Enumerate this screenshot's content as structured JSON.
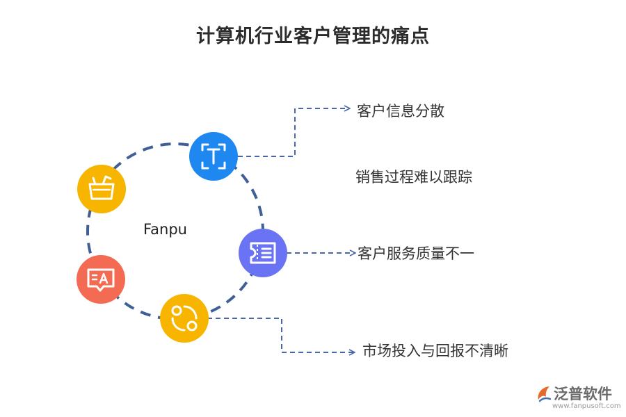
{
  "title": "计算机行业客户管理的痛点",
  "center_label": "Fanpu",
  "pain_points": [
    "客户信息分散",
    "销售过程难以跟踪",
    "客户服务质量不一",
    "市场投入与回报不清晰"
  ],
  "icons": [
    {
      "name": "text-tool-icon",
      "color": "#1e88f0"
    },
    {
      "name": "ticket-list-icon",
      "color": "#6b73f5"
    },
    {
      "name": "refresh-cycle-icon",
      "color": "#f7b500"
    },
    {
      "name": "translate-chat-icon",
      "color": "#f36b52"
    },
    {
      "name": "shopping-basket-icon",
      "color": "#f7b500"
    }
  ],
  "colors": {
    "ring": "#3f5f96",
    "connector": "#4a66a6"
  },
  "logo": {
    "name": "泛普软件",
    "url": "www.fanpusoft.com"
  }
}
